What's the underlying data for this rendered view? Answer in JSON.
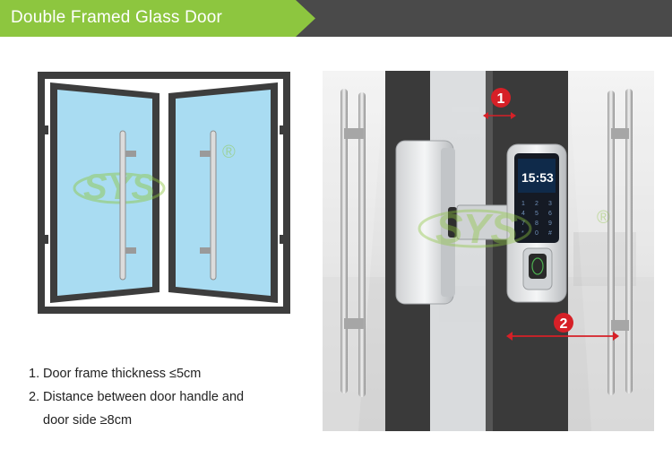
{
  "header": {
    "title": "Double Framed Glass Door",
    "accent_color": "#8dc63f",
    "bar_color": "#4a4a4a"
  },
  "watermark": {
    "logo_text": "SYS",
    "registered_mark": "®"
  },
  "device": {
    "clock": "15:53",
    "keypad_keys": [
      "1",
      "2",
      "3",
      "4",
      "5",
      "6",
      "7",
      "8",
      "9",
      "*",
      "0",
      "#"
    ]
  },
  "callouts": [
    {
      "number": "1"
    },
    {
      "number": "2"
    }
  ],
  "notes": [
    {
      "number": "1.",
      "text": "Door frame thickness ≤5cm"
    },
    {
      "number": "2.",
      "text": "Distance between door handle and",
      "continuation": "door side ≥8cm"
    }
  ],
  "colors": {
    "glass": "#a9dcf2",
    "frame": "#3d3d3d",
    "marker": "#d62027"
  }
}
